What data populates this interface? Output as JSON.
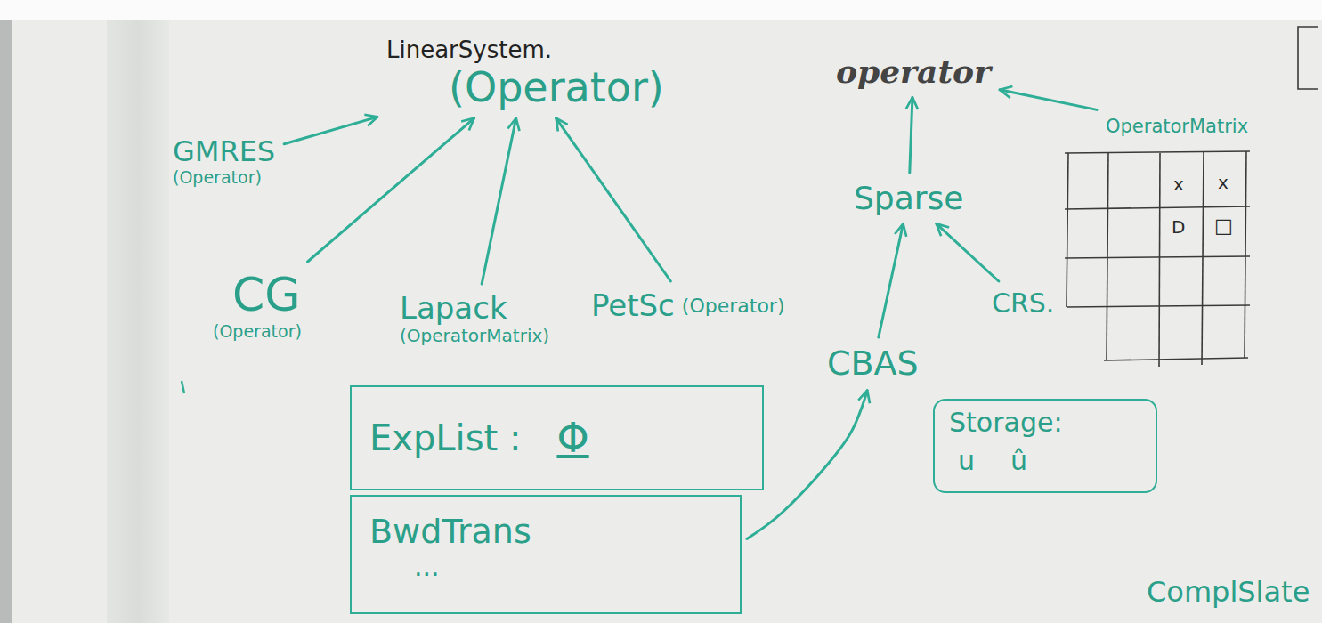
{
  "diagram": {
    "nodes": [
      {
        "text": [
          "LinearSystem.",
          "(Operator)"
        ]
      },
      {
        "text": [
          "operator"
        ]
      },
      {
        "text": [
          "OperatorMatrix"
        ]
      },
      {
        "text": [
          "GMRES",
          "(Operator)"
        ]
      },
      {
        "text": [
          "Sparse"
        ]
      },
      {
        "text": [
          "CG",
          "(Operator)"
        ]
      },
      {
        "text": [
          "Lapack",
          "(OperatorMatrix)"
        ]
      },
      {
        "text": [
          "PetSc",
          "(Operator)"
        ]
      },
      {
        "text": [
          "CRS."
        ]
      },
      {
        "text": [
          "CBAS"
        ]
      },
      {
        "text": [
          "ExpList :",
          "Φ"
        ]
      },
      {
        "text": [
          "Storage:",
          "u",
          "û"
        ]
      },
      {
        "text": [
          "BwdTrans",
          "..."
        ]
      }
    ],
    "edges": [
      {
        "from": 3,
        "to": 0,
        "arrow": "to"
      },
      {
        "from": 5,
        "to": 0,
        "arrow": "to"
      },
      {
        "from": 6,
        "to": 0,
        "arrow": "to"
      },
      {
        "from": 7,
        "to": 0,
        "arrow": "to"
      },
      {
        "from": 4,
        "to": 1,
        "arrow": "to"
      },
      {
        "from": 2,
        "to": 1,
        "arrow": "to"
      },
      {
        "from": 9,
        "to": 4,
        "arrow": "to"
      },
      {
        "from": 8,
        "to": 4,
        "arrow": "to"
      },
      {
        "from": 12,
        "to": 9,
        "arrow": "to"
      }
    ],
    "labels": [
      "x",
      "x",
      "D",
      "□",
      "ComplSlate"
    ]
  }
}
